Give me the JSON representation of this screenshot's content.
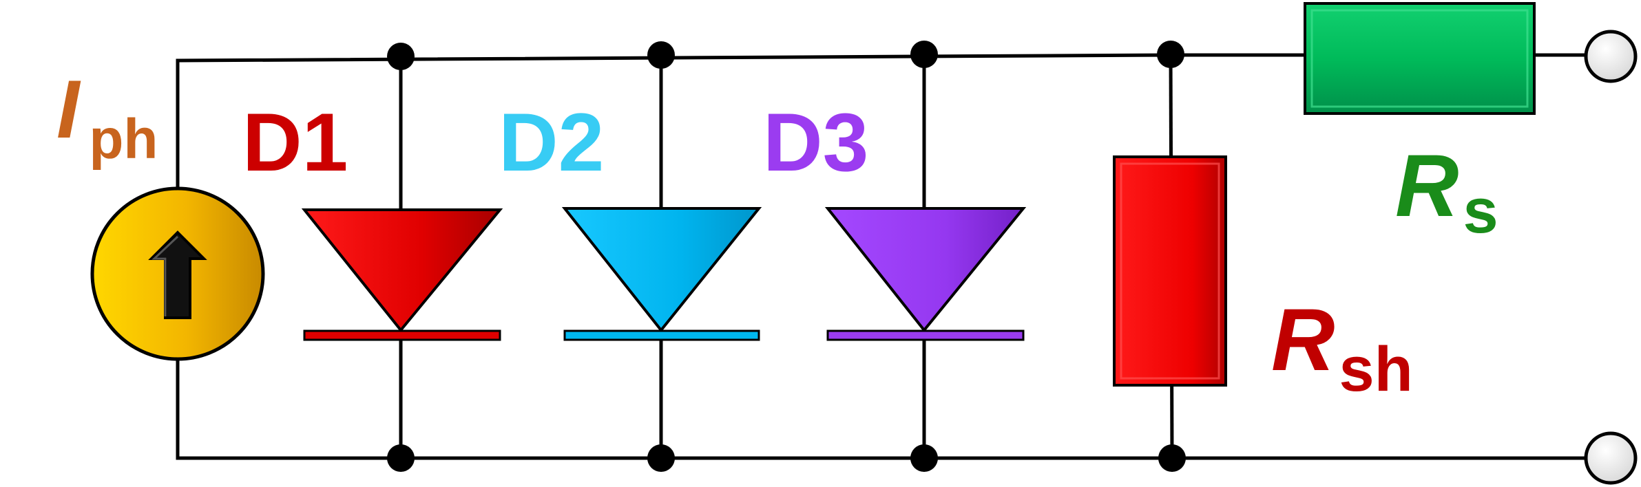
{
  "labels": {
    "iph_main": "I",
    "iph_sub": "ph",
    "d1": "D1",
    "d2": "D2",
    "d3": "D3",
    "rs_main": "R",
    "rs_sub": "s",
    "rsh_main": "R",
    "rsh_sub": "sh"
  },
  "colors": {
    "wire": "#000000",
    "iph": "#c8641e",
    "d1": "#e00000",
    "d1_text": "#cc0000",
    "d2": "#00b8f0",
    "d2_text": "#38ccf4",
    "d3": "#9a3cf0",
    "d3_text": "#9b3cf0",
    "rs": "#00c060",
    "rs_text": "#1a8c1a",
    "rsh": "#f00000",
    "rsh_text": "#c00000",
    "source_fill": "#f5b400"
  }
}
